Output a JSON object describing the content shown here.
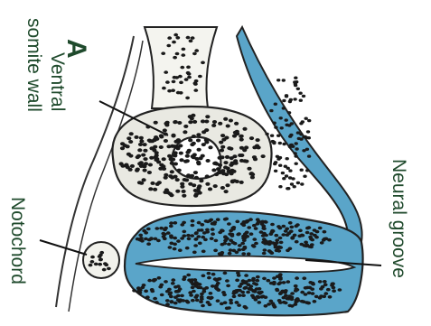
{
  "figure": {
    "panel_letter": "A",
    "labels": {
      "ventral_somite_wall_line1": "Ventral",
      "ventral_somite_wall_line2": "somite wall",
      "notochord": "Notochord",
      "neural_groove": "Neural groove"
    },
    "colors": {
      "label_text": "#1f4a2c",
      "neural_tissue": "#5aa5c9",
      "cell_nucleus": "#1a1a1a",
      "outline": "#222222"
    }
  }
}
